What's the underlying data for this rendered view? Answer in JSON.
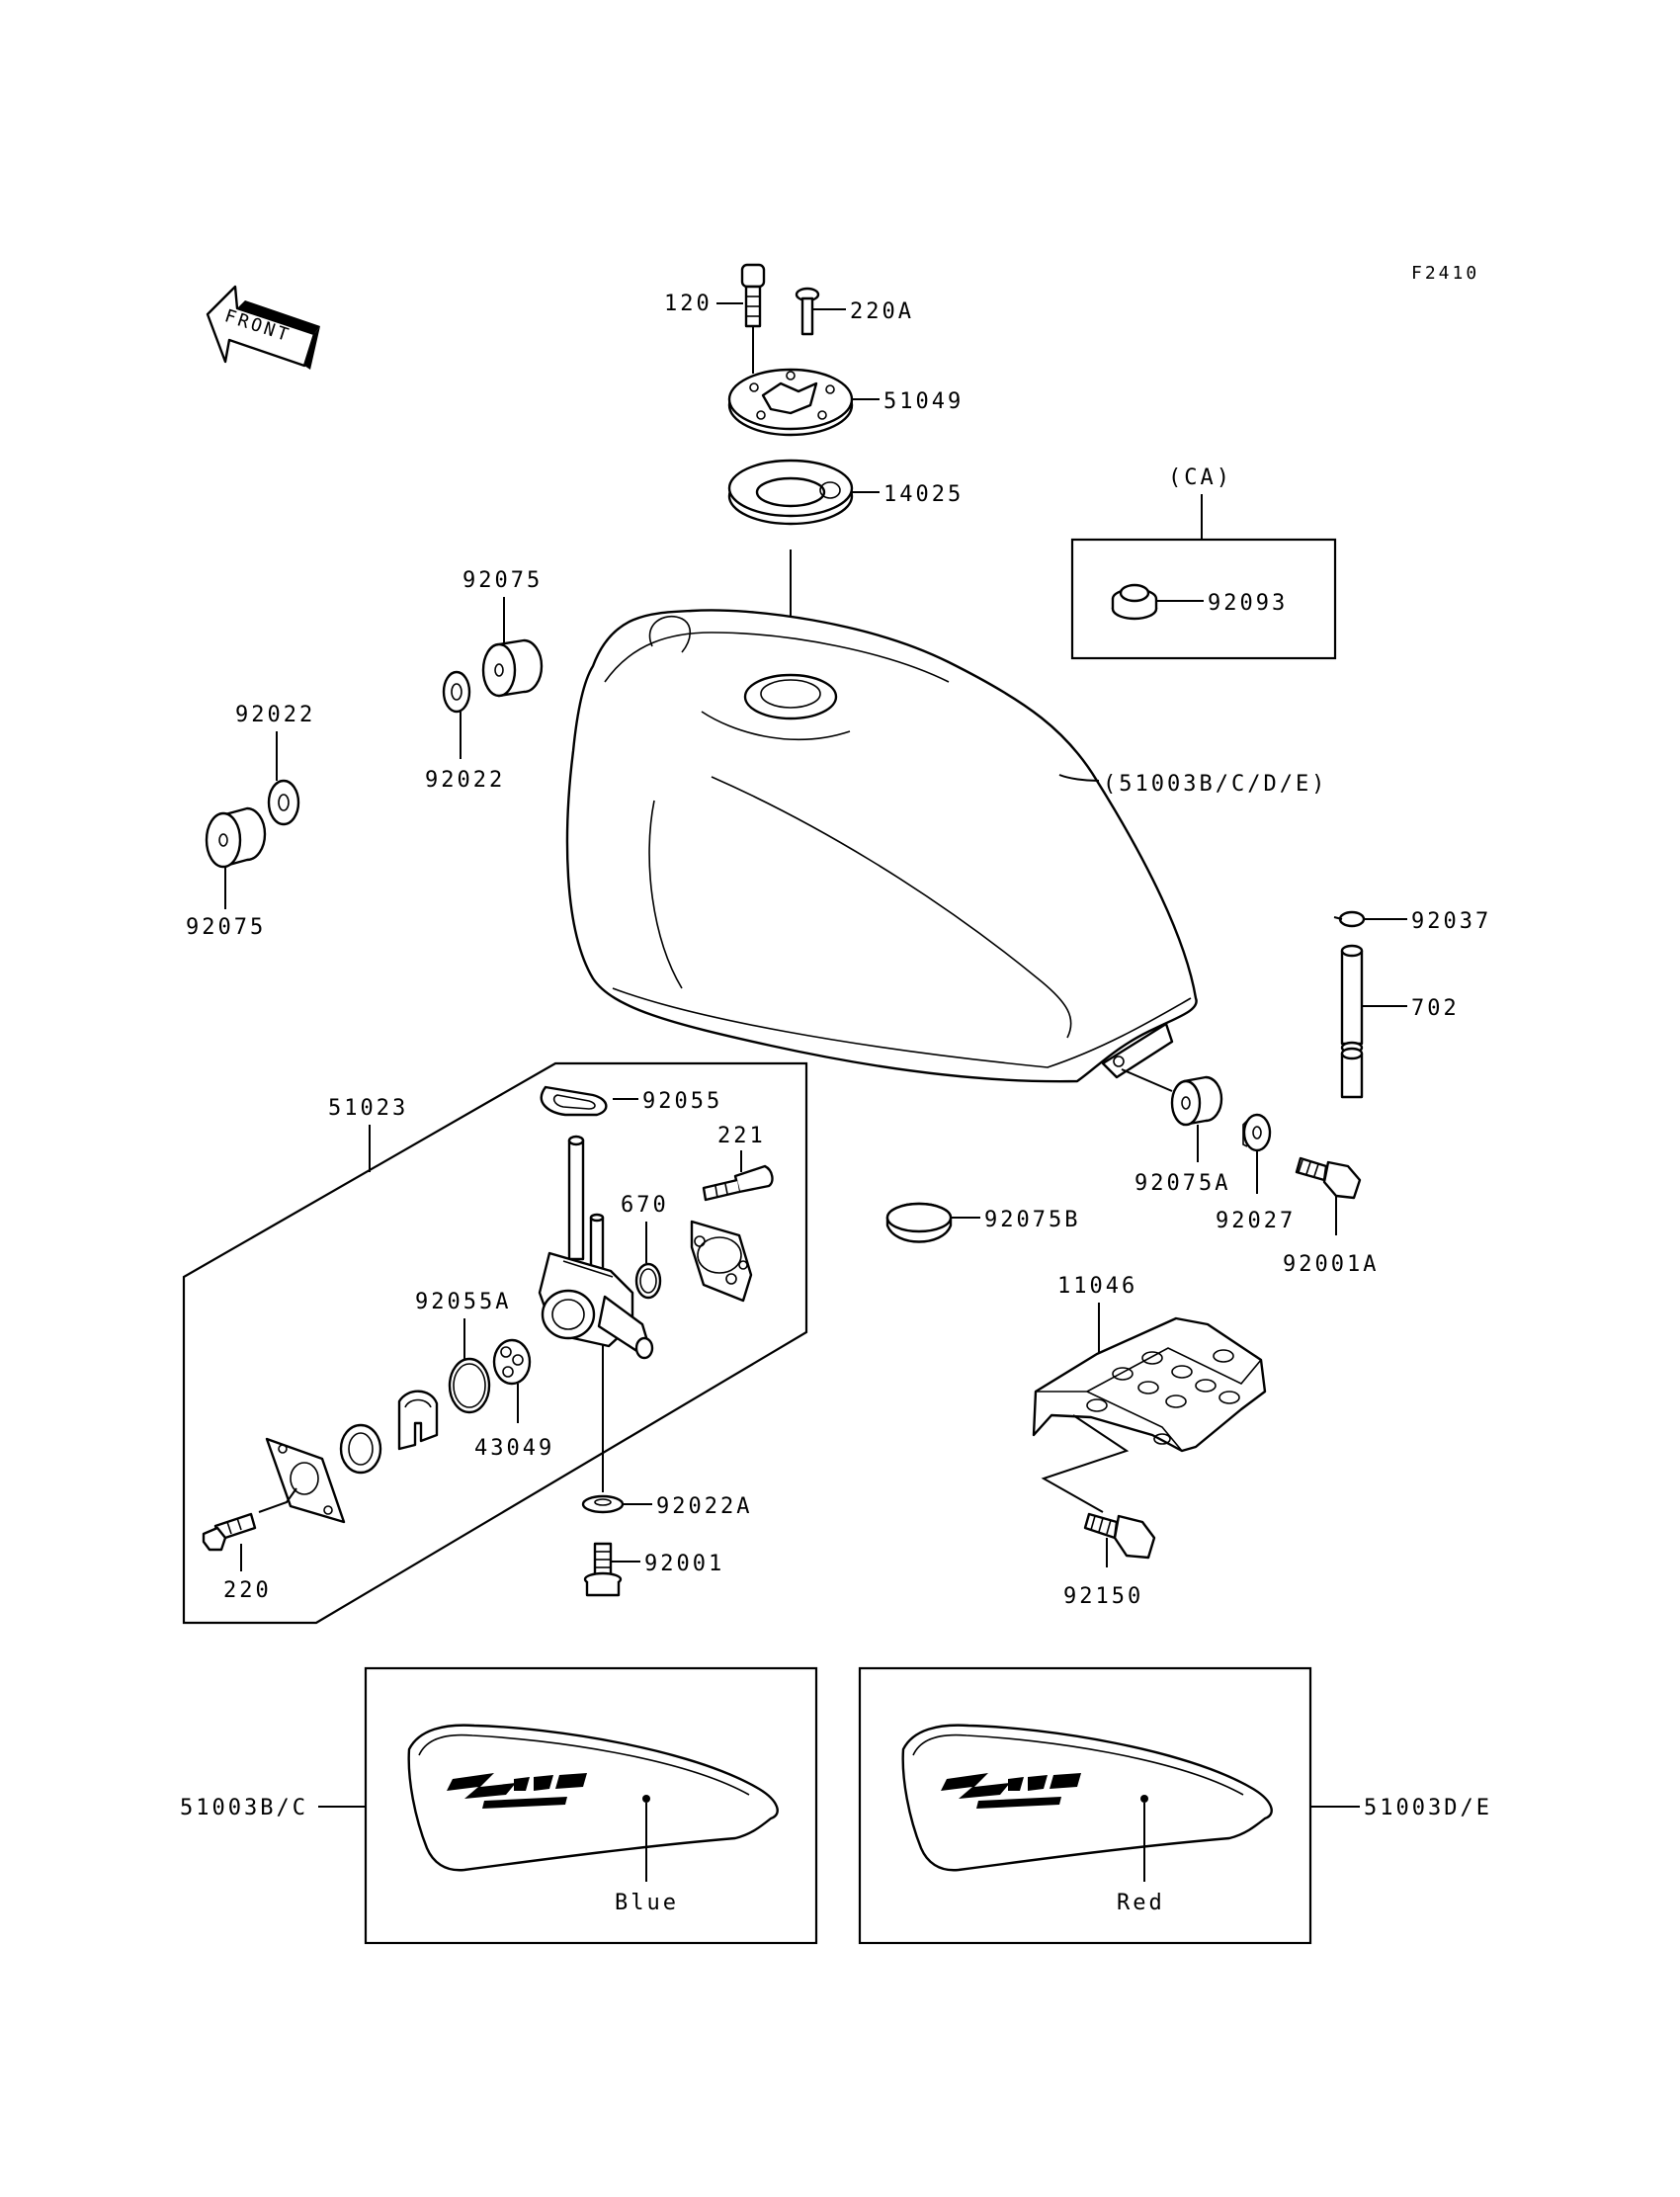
{
  "figure_code": "F2410",
  "front_label": "FRONT",
  "parts": {
    "p120": "120",
    "p220A": "220A",
    "p51049": "51049",
    "p14025": "14025",
    "pCA": "(CA)",
    "p92093": "92093",
    "p92075_top": "92075",
    "p92022_mid": "92022",
    "p92022_left": "92022",
    "p92075_left": "92075",
    "p51003": "(51003B/C/D/E)",
    "p92037": "92037",
    "p702": "702",
    "p51023": "51023",
    "p92055": "92055",
    "p221": "221",
    "p670": "670",
    "p92055A": "92055A",
    "p43049": "43049",
    "p92022A": "92022A",
    "p92001": "92001",
    "p220": "220",
    "p92075A": "92075A",
    "p92027": "92027",
    "p92001A": "92001A",
    "p92075B": "92075B",
    "p11046": "11046",
    "p92150": "92150",
    "p51003BC": "51003B/C",
    "p51003DE": "51003D/E",
    "color_blue": "Blue",
    "color_red": "Red"
  }
}
